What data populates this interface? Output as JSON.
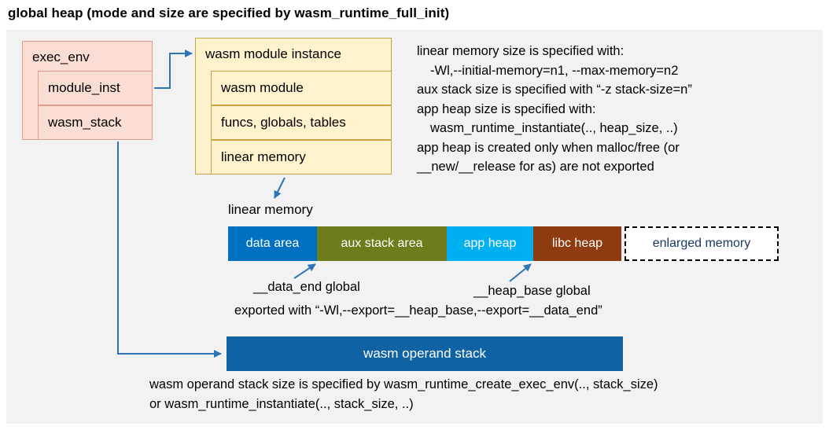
{
  "title": "global heap (mode and size are specified by wasm_runtime_full_init)",
  "exec_env": {
    "label": "exec_env",
    "children": [
      "module_inst",
      "wasm_stack"
    ]
  },
  "module_instance": {
    "label": "wasm module instance",
    "children": [
      "wasm module",
      "funcs, globals, tables",
      "linear memory"
    ]
  },
  "notes": {
    "lines": [
      "linear memory size is specified with:",
      "-Wl,--initial-memory=n1, --max-memory=n2",
      "aux stack size is specified with “-z stack-size=n”",
      "app heap size is specified with:",
      "wasm_runtime_instantiate(.., heap_size, ..)",
      "app heap is created only when malloc/free (or",
      "__new/__release for as) are not exported"
    ]
  },
  "memory_bar": {
    "caption": "linear memory",
    "segments": [
      {
        "label": "data area",
        "color": "#0070c0",
        "text_color": "#ffffff"
      },
      {
        "label": "aux stack area",
        "color": "#6f7c1b",
        "text_color": "#ffffff"
      },
      {
        "label": "app heap",
        "color": "#00b0f0",
        "text_color": "#ffffff"
      },
      {
        "label": "libc heap",
        "color": "#8e3b10",
        "text_color": "#ffffff"
      },
      {
        "label": "enlarged memory",
        "color": "#ffffff",
        "text_color": "#17365d"
      }
    ]
  },
  "annotations": {
    "data_end": "__data_end global",
    "heap_base": "__heap_base global",
    "exported": "exported with “-Wl,--export=__heap_base,--export=__data_end”"
  },
  "operand_stack": {
    "label": "wasm operand stack",
    "color": "#0f63a5"
  },
  "footer": {
    "lines": [
      "wasm operand stack size is specified by wasm_runtime_create_exec_env(.., stack_size)",
      "or wasm_runtime_instantiate(.., stack_size, ..)"
    ]
  },
  "colors": {
    "panel_bg": "#f2f2f2",
    "box_pink_fill": "#fbded3",
    "box_pink_border": "#e39c8d",
    "box_cream_fill": "#fff2cc",
    "box_cream_border": "#c9a34a",
    "arrow": "#2e75b6"
  }
}
